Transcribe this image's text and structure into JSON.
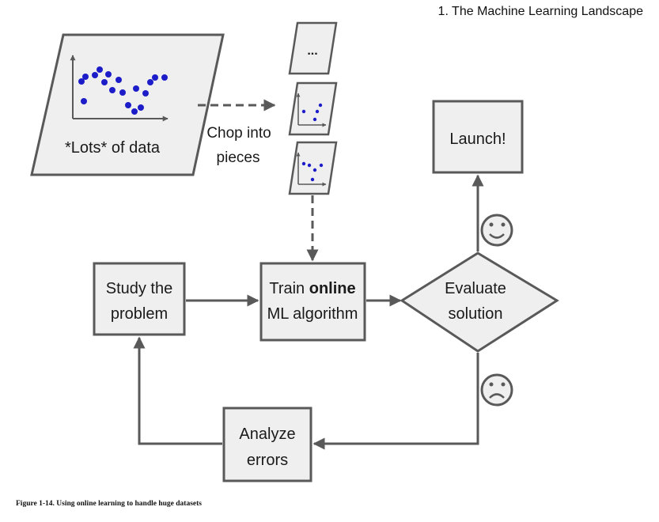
{
  "header": {
    "chapter_title": "1. The Machine Learning Landscape"
  },
  "diagram": {
    "data_label": "*Lots* of data",
    "chop_label_line1": "Chop into",
    "chop_label_line2": "pieces",
    "ellipsis": "...",
    "launch_label": "Launch!",
    "study_line1": "Study the",
    "study_line2": "problem",
    "train_line1_prefix": "Train ",
    "train_line1_bold": "online",
    "train_line2": "ML algorithm",
    "evaluate_line1": "Evaluate",
    "evaluate_line2": "solution",
    "analyze_line1": "Analyze",
    "analyze_line2": "errors"
  },
  "caption": {
    "text": "Figure 1-14. Using online learning to handle huge datasets"
  },
  "colors": {
    "box_fill": "#efefef",
    "stroke": "#595959",
    "dot": "#1c1cc8"
  }
}
